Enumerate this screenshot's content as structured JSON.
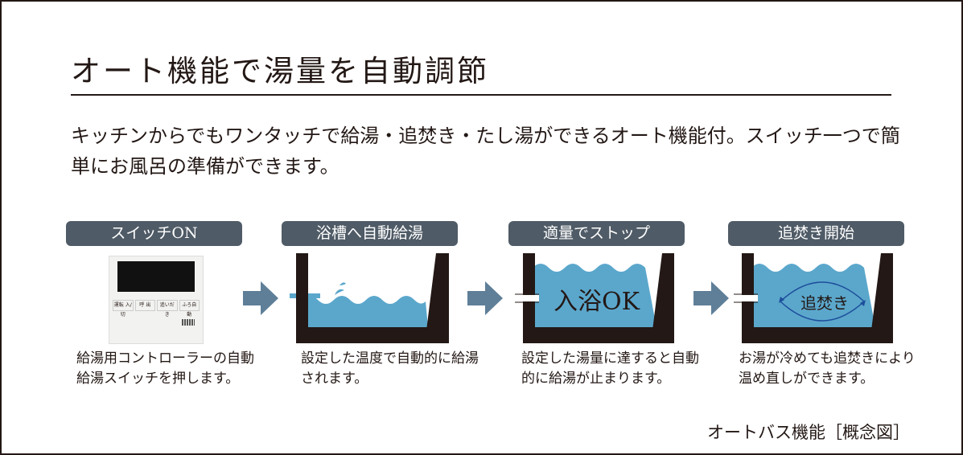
{
  "title": "オート機能で湯量を自動調節",
  "description": "キッチンからでもワンタッチで給湯・追焚き・たし湯ができるオート機能付。スイッチ一つで簡単にお風呂の準備ができます。",
  "steps": [
    {
      "label": "スイッチON",
      "caption": "給湯用コントローラーの自動給湯スイッチを押します。"
    },
    {
      "label": "浴槽へ自動給湯",
      "caption": "設定した温度で自動的に給湯されます。"
    },
    {
      "label": "適量でストップ",
      "caption": "設定した湯量に達すると自動的に給湯が止まります。",
      "tub_text": "入浴OK"
    },
    {
      "label": "追焚き開始",
      "caption": "お湯が冷めても追焚きにより温め直しができます。",
      "tub_text": "追焚き"
    }
  ],
  "controller": {
    "buttons": [
      "運転 入/切",
      "呼 出",
      "追いだき",
      "ふろ自動"
    ]
  },
  "footer": "オートバス機能［概念図］",
  "colors": {
    "label_bg": "#4f5b66",
    "water": "#5ba7cc",
    "tub": "#231815",
    "arrow": "#5f7f98"
  }
}
